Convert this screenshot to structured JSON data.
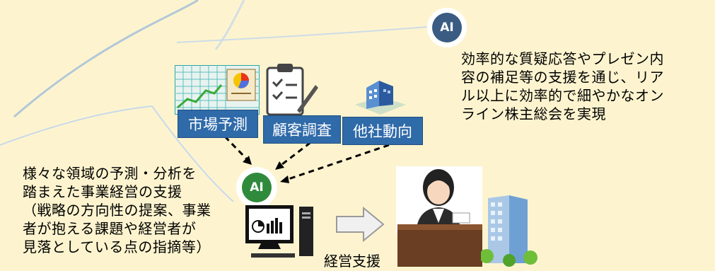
{
  "ai_top": {
    "label": "AI",
    "color": "#3a5c83"
  },
  "ai_center": {
    "label": "AI",
    "color": "#2f8a3c"
  },
  "right_text": "効率的な質疑応答やプレゼン内\n容の補足等の支援を通じ、リア\nル以上に効率的で細やかなオン\nライン株主総会を実現",
  "left_text": "様々な領域の予測・分析を\n踏まえた事業経営の支援\n（戦略の方向性の提案、事業\n者が抱える課題や経営者が\n見落としている点の指摘等）",
  "tags": {
    "market_forecast": "市場予測",
    "customer_survey": "顧客調査",
    "competitor_trends": "他社動向"
  },
  "management_support_label": "経営支援",
  "icons": {
    "market_chart": "market-chart-icon",
    "clipboard": "clipboard-checklist-icon",
    "building_small": "office-building-icon",
    "computer": "computer-analytics-icon",
    "arrow": "right-arrow-icon",
    "executive": "executive-at-desk-icon",
    "office_tower": "office-tower-icon"
  },
  "colors": {
    "background": "#fdf4cf",
    "tag_blue": "#2f6aa9",
    "arc": "#9db9d6"
  }
}
